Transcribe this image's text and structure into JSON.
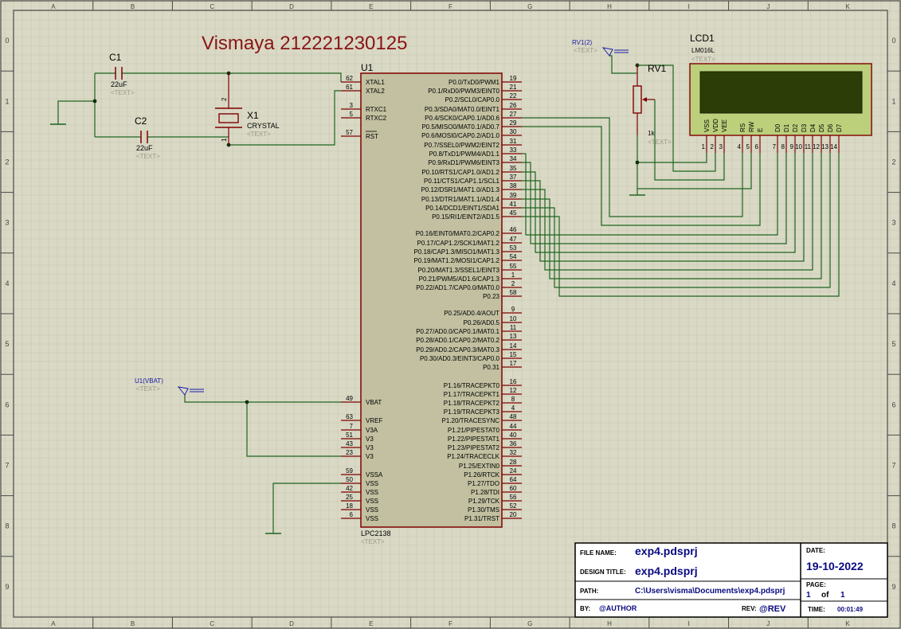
{
  "title_text": "Vismaya 212221230125",
  "border": {
    "columns": [
      "A",
      "B",
      "C",
      "D",
      "E",
      "F",
      "G",
      "H",
      "I",
      "J",
      "K"
    ],
    "rows": [
      "0",
      "1",
      "2",
      "3",
      "4",
      "5",
      "6",
      "7",
      "8",
      "9"
    ]
  },
  "placeholder_text": "<TEXT>",
  "c1": {
    "ref": "C1",
    "value": "22uF"
  },
  "c2": {
    "ref": "C2",
    "value": "22uF"
  },
  "x1": {
    "ref": "X1",
    "value": "CRYSTAL",
    "pin_a": "2",
    "pin_b": "1"
  },
  "u1": {
    "ref": "U1",
    "part": "LPC2138",
    "left_pins": [
      {
        "num": "62",
        "name": "XTAL1"
      },
      {
        "num": "61",
        "name": "XTAL2"
      },
      {
        "num": "3",
        "name": "RTXC1"
      },
      {
        "num": "5",
        "name": "RTXC2"
      },
      {
        "num": "57",
        "name": "RST"
      },
      {
        "num": "49",
        "name": "VBAT"
      },
      {
        "num": "63",
        "name": "VREF"
      },
      {
        "num": "7",
        "name": "V3A"
      },
      {
        "num": "51",
        "name": "V3"
      },
      {
        "num": "43",
        "name": "V3"
      },
      {
        "num": "23",
        "name": "V3"
      },
      {
        "num": "59",
        "name": "VSSA"
      },
      {
        "num": "50",
        "name": "VSS"
      },
      {
        "num": "42",
        "name": "VSS"
      },
      {
        "num": "25",
        "name": "VSS"
      },
      {
        "num": "18",
        "name": "VSS"
      },
      {
        "num": "6",
        "name": "VSS"
      }
    ],
    "right_pins": [
      {
        "num": "19",
        "name": "P0.0/TxD0/PWM1"
      },
      {
        "num": "21",
        "name": "P0.1/RxD0/PWM3/EINT0"
      },
      {
        "num": "22",
        "name": "P0.2/SCL0/CAP0.0"
      },
      {
        "num": "26",
        "name": "P0.3/SDA0/MAT0.0/EINT1"
      },
      {
        "num": "27",
        "name": "P0.4/SCK0/CAP0.1/AD0.6"
      },
      {
        "num": "29",
        "name": "P0.5/MISO0/MAT0.1/AD0.7"
      },
      {
        "num": "30",
        "name": "P0.6/MOSI0/CAP0.2/AD1.0"
      },
      {
        "num": "31",
        "name": "P0.7/SSEL0/PWM2/EINT2"
      },
      {
        "num": "33",
        "name": "P0.8/TxD1/PWM4/AD1.1"
      },
      {
        "num": "34",
        "name": "P0.9/RxD1/PWM6/EINT3"
      },
      {
        "num": "35",
        "name": "P0.10/RTS1/CAP1.0/AD1.2"
      },
      {
        "num": "37",
        "name": "P0.11/CTS1/CAP1.1/SCL1"
      },
      {
        "num": "38",
        "name": "P0.12/DSR1/MAT1.0/AD1.3"
      },
      {
        "num": "39",
        "name": "P0.13/DTR1/MAT1.1/AD1.4"
      },
      {
        "num": "41",
        "name": "P0.14/DCD1/EINT1/SDA1"
      },
      {
        "num": "45",
        "name": "P0.15/RI1/EINT2/AD1.5"
      },
      {
        "num": "46",
        "name": "P0.16/EINT0/MAT0.2/CAP0.2"
      },
      {
        "num": "47",
        "name": "P0.17/CAP1.2/SCK1/MAT1.2"
      },
      {
        "num": "53",
        "name": "P0.18/CAP1.3/MISO1/MAT1.3"
      },
      {
        "num": "54",
        "name": "P0.19/MAT1.2/MOSI1/CAP1.2"
      },
      {
        "num": "55",
        "name": "P0.20/MAT1.3/SSEL1/EINT3"
      },
      {
        "num": "1",
        "name": "P0.21/PWM5/AD1.6/CAP1.3"
      },
      {
        "num": "2",
        "name": "P0.22/AD1.7/CAP0.0/MAT0.0"
      },
      {
        "num": "58",
        "name": "P0.23"
      },
      {
        "num": "9",
        "name": "P0.25/AD0.4/AOUT"
      },
      {
        "num": "10",
        "name": "P0.26/AD0.5"
      },
      {
        "num": "11",
        "name": "P0.27/AD0.0/CAP0.1/MAT0.1"
      },
      {
        "num": "13",
        "name": "P0.28/AD0.1/CAP0.2/MAT0.2"
      },
      {
        "num": "14",
        "name": "P0.29/AD0.2/CAP0.3/MAT0.3"
      },
      {
        "num": "15",
        "name": "P0.30/AD0.3/EINT3/CAP0.0"
      },
      {
        "num": "17",
        "name": "P0.31"
      },
      {
        "num": "16",
        "name": "P1.16/TRACEPKT0"
      },
      {
        "num": "12",
        "name": "P1.17/TRACEPKT1"
      },
      {
        "num": "8",
        "name": "P1.18/TRACEPKT2"
      },
      {
        "num": "4",
        "name": "P1.19/TRACEPKT3"
      },
      {
        "num": "48",
        "name": "P1.20/TRACESYNC"
      },
      {
        "num": "44",
        "name": "P1.21/PIPESTAT0"
      },
      {
        "num": "40",
        "name": "P1.22/PIPESTAT1"
      },
      {
        "num": "36",
        "name": "P1.23/PIPESTAT2"
      },
      {
        "num": "32",
        "name": "P1.24/TRACECLK"
      },
      {
        "num": "28",
        "name": "P1.25/EXTIN0"
      },
      {
        "num": "24",
        "name": "P1.26/RTCK"
      },
      {
        "num": "64",
        "name": "P1.27/TDO"
      },
      {
        "num": "60",
        "name": "P1.28/TDI"
      },
      {
        "num": "56",
        "name": "P1.29/TCK"
      },
      {
        "num": "52",
        "name": "P1.30/TMS"
      },
      {
        "num": "20",
        "name": "P1.31/TRST"
      }
    ]
  },
  "lcd1": {
    "ref": "LCD1",
    "part": "LM016L",
    "pins": [
      {
        "num": "1",
        "name": "VSS"
      },
      {
        "num": "2",
        "name": "VDD"
      },
      {
        "num": "3",
        "name": "VEE"
      },
      {
        "num": "4",
        "name": "RS"
      },
      {
        "num": "5",
        "name": "RW"
      },
      {
        "num": "6",
        "name": "E"
      },
      {
        "num": "7",
        "name": "D0"
      },
      {
        "num": "8",
        "name": "D1"
      },
      {
        "num": "9",
        "name": "D2"
      },
      {
        "num": "10",
        "name": "D3"
      },
      {
        "num": "11",
        "name": "D4"
      },
      {
        "num": "12",
        "name": "D5"
      },
      {
        "num": "13",
        "name": "D6"
      },
      {
        "num": "14",
        "name": "D7"
      }
    ]
  },
  "rv1": {
    "ref": "RV1",
    "value": "1k"
  },
  "probe_rv1": "RV1(2)",
  "probe_vbat": "U1(VBAT)",
  "title_block": {
    "file_name_label": "FILE NAME:",
    "file_name": "exp4.pdsprj",
    "design_title_label": "DESIGN TITLE:",
    "design_title": "exp4.pdsprj",
    "path_label": "PATH:",
    "path": "C:\\Users\\visma\\Documents\\exp4.pdsprj",
    "by_label": "BY:",
    "author": "@AUTHOR",
    "rev_label": "REV:",
    "rev": "@REV",
    "date_label": "DATE:",
    "date": "19-10-2022",
    "page_label": "PAGE:",
    "page": "1",
    "of_label": "of",
    "pages": "1",
    "time_label": "TIME:",
    "time": "00:01:49"
  },
  "colors": {
    "background": "#d9d9c5",
    "grid": "#c5c5b0",
    "component_body": "#c2c0a0",
    "outline": "#800000",
    "wire": "#1f6420",
    "text": "#000000",
    "placeholder": "#9a9a8a",
    "probe": "#1a1aa8",
    "title": "#8a1414",
    "lcd_screen": "#2c3d08",
    "lcd_frame": "#bcd07c",
    "titleblock_text": "#0a0a80"
  }
}
